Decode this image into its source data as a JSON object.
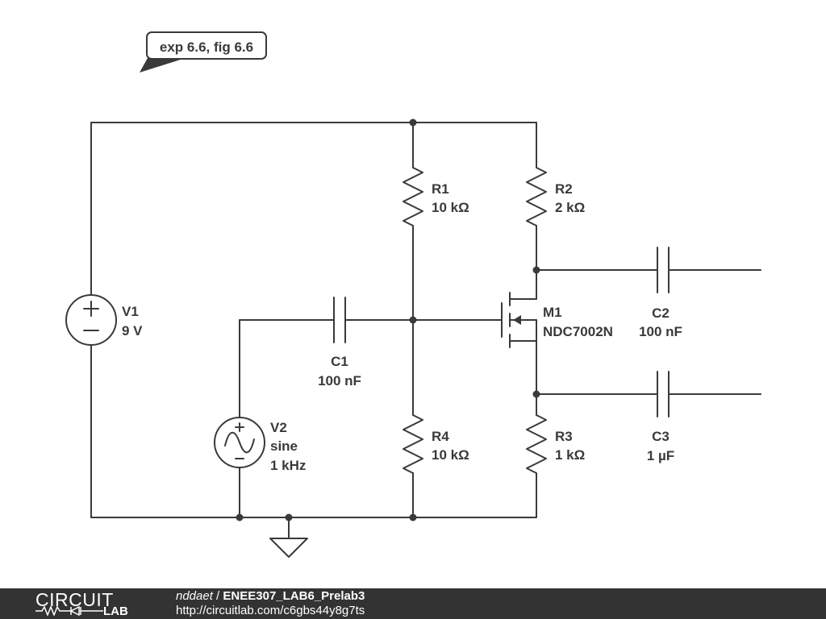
{
  "note": {
    "text": "exp 6.6, fig 6.6"
  },
  "components": {
    "r1": {
      "name": "R1",
      "value": "10 kΩ"
    },
    "r2": {
      "name": "R2",
      "value": "2 kΩ"
    },
    "r3": {
      "name": "R3",
      "value": "1 kΩ"
    },
    "r4": {
      "name": "R4",
      "value": "10 kΩ"
    },
    "c1": {
      "name": "C1",
      "value": "100 nF"
    },
    "c2": {
      "name": "C2",
      "value": "100 nF"
    },
    "c3": {
      "name": "C3",
      "value": "1 µF"
    },
    "v1": {
      "name": "V1",
      "value": "9 V"
    },
    "v2": {
      "name": "V2",
      "type": "sine",
      "value": "1 kHz"
    },
    "m1": {
      "name": "M1",
      "value": "NDC7002N"
    }
  },
  "footer": {
    "logo_top": "CIRCUIT",
    "logo_bottom": "LAB",
    "author": "nddaet",
    "separator": " / ",
    "project": "ENEE307_LAB6_Prelab3",
    "url": "http://circuitlab.com/c6gbs44y8g7ts"
  },
  "colors": {
    "ink": "#3a3a3a",
    "footer_bg": "#333333",
    "background": "#ffffff"
  }
}
